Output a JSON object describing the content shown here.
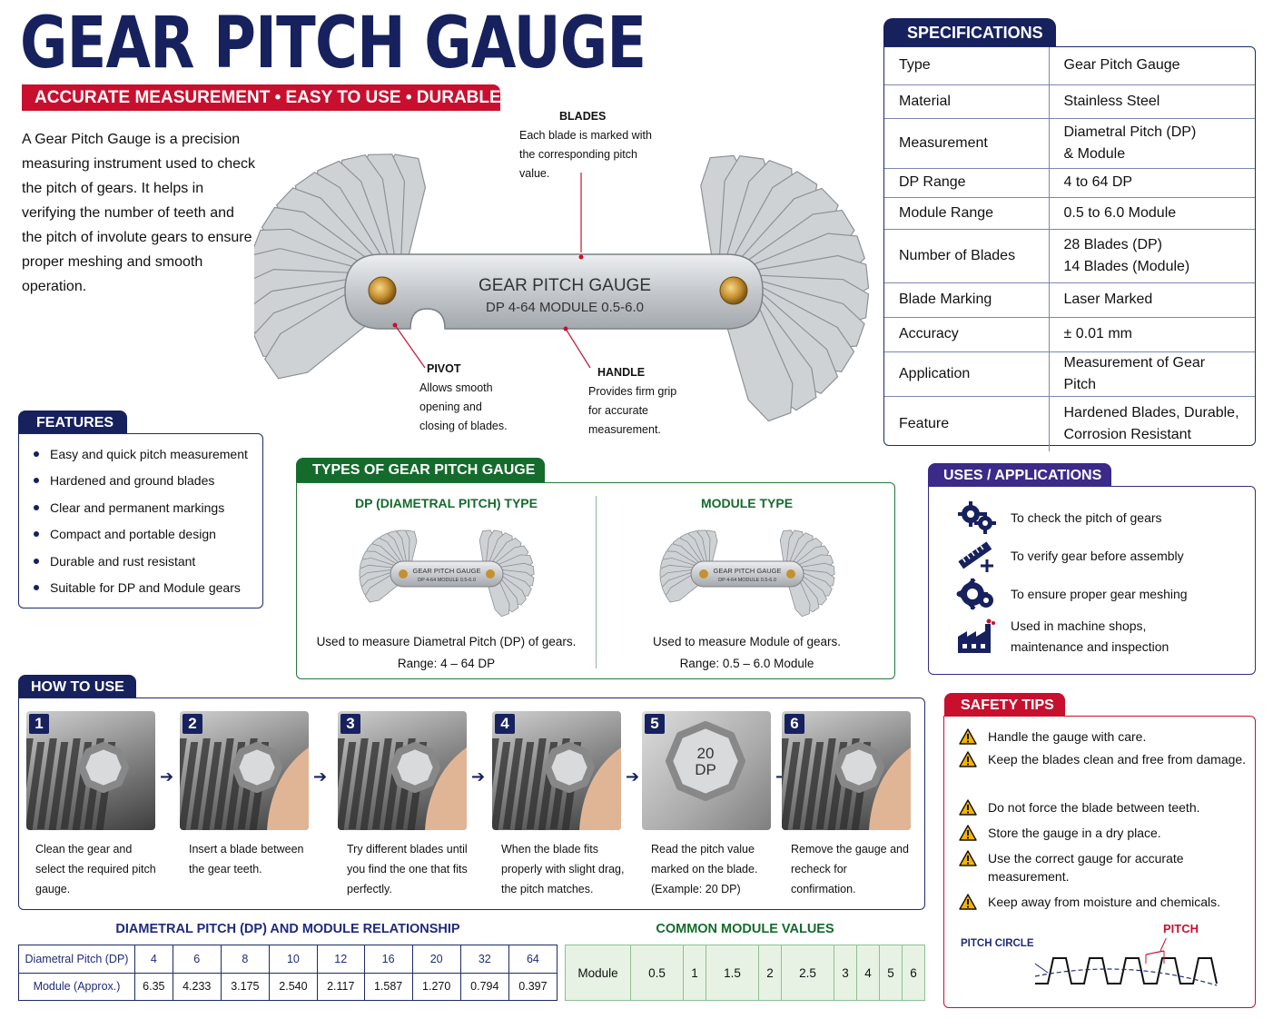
{
  "title": "GEAR PITCH GAUGE",
  "tagline": "ACCURATE MEASUREMENT • EASY TO USE • DURABLE",
  "intro": "A Gear Pitch Gauge is a precision measuring instrument used to check the pitch of gears. It helps in verifying the number of teeth and the pitch of involute gears to ensure proper meshing and smooth operation.",
  "gauge": {
    "handle_line1": "GEAR PITCH GAUGE",
    "handle_line2": "DP 4-64   MODULE 0.5-6.0"
  },
  "callouts": {
    "blades": {
      "title": "BLADES",
      "text": "Each blade is marked with the corresponding pitch value."
    },
    "pivot": {
      "title": "PIVOT",
      "text": "Allows smooth opening and closing of blades."
    },
    "handle": {
      "title": "HANDLE",
      "text": "Provides firm grip for accurate measurement."
    }
  },
  "specifications": {
    "heading": "SPECIFICATIONS",
    "rows": [
      {
        "label": "Type",
        "value": "Gear Pitch Gauge"
      },
      {
        "label": "Material",
        "value": "Stainless Steel"
      },
      {
        "label": "Measurement",
        "value": "Diametral Pitch (DP)\n& Module"
      },
      {
        "label": "DP Range",
        "value": "4 to 64 DP"
      },
      {
        "label": "Module Range",
        "value": "0.5 to 6.0 Module"
      },
      {
        "label": "Number of Blades",
        "value": "28 Blades (DP)\n14 Blades (Module)"
      },
      {
        "label": "Blade Marking",
        "value": "Laser Marked"
      },
      {
        "label": "Accuracy",
        "value": "± 0.01 mm"
      },
      {
        "label": "Application",
        "value": "Measurement of Gear Pitch"
      },
      {
        "label": "Feature",
        "value": "Hardened Blades, Durable,\nCorrosion Resistant"
      }
    ]
  },
  "features": {
    "heading": "FEATURES",
    "items": [
      "Easy and quick pitch measurement",
      "Hardened and ground blades",
      "Clear and permanent markings",
      "Compact and portable design",
      "Durable and rust resistant",
      "Suitable for DP and Module gears"
    ]
  },
  "types": {
    "heading": "TYPES OF GEAR PITCH GAUGE",
    "dp": {
      "title": "DP (DIAMETRAL PITCH) TYPE",
      "text": "Used to measure Diametral Pitch (DP) of gears.",
      "range": "Range: 4 – 64 DP",
      "img_line1": "GEAR PITCH GAUGE",
      "img_line2": "DP 4-64  MODULE 0.5-6.0"
    },
    "module": {
      "title": "MODULE TYPE",
      "text": "Used to measure Module of gears.",
      "range": "Range: 0.5 – 6.0 Module",
      "img_line1": "GEAR PITCH GAUGE",
      "img_line2": "DP 4-64  MODULE 0.5-6.0"
    }
  },
  "uses": {
    "heading": "USES / APPLICATIONS",
    "items": [
      {
        "icon": "gears-icon",
        "text": "To check the pitch of gears"
      },
      {
        "icon": "ruler-plus-icon",
        "text": "To verify gear before assembly"
      },
      {
        "icon": "gear-check-icon",
        "text": "To ensure proper gear meshing"
      },
      {
        "icon": "factory-icon",
        "text": "Used in machine shops, maintenance and inspection"
      }
    ]
  },
  "how_to_use": {
    "heading": "HOW TO USE",
    "steps": [
      {
        "num": "1",
        "text": "Clean the gear and select the required pitch gauge."
      },
      {
        "num": "2",
        "text": "Insert a blade between the gear teeth."
      },
      {
        "num": "3",
        "text": "Try different blades until you find the one that fits perfectly."
      },
      {
        "num": "4",
        "text": "When the blade fits properly with slight drag, the pitch matches."
      },
      {
        "num": "5",
        "text": "Read the pitch value marked on the blade. (Example: 20 DP)",
        "blade_label": "20\nDP"
      },
      {
        "num": "6",
        "text": "Remove the gauge and recheck for confirmation."
      }
    ]
  },
  "safety": {
    "heading": "SAFETY TIPS",
    "items": [
      "Handle the gauge with care.",
      "Keep the blades clean and free from damage.",
      "Do not force the blade between teeth.",
      "Store the gauge in a dry place.",
      "Use the correct gauge for accurate measurement.",
      "Keep away from moisture and chemicals."
    ],
    "diagram_pitch": "PITCH",
    "diagram_circle": "PITCH CIRCLE"
  },
  "dp_relationship": {
    "title": "DIAMETRAL PITCH (DP) AND MODULE RELATIONSHIP",
    "row1_label": "Diametral Pitch (DP)",
    "row2_label": "Module (Approx.)",
    "dp": [
      "4",
      "6",
      "8",
      "10",
      "12",
      "16",
      "20",
      "32",
      "64"
    ],
    "module": [
      "6.35",
      "4.233",
      "3.175",
      "2.540",
      "2.117",
      "1.587",
      "1.270",
      "0.794",
      "0.397"
    ]
  },
  "common_module": {
    "title": "COMMON MODULE VALUES",
    "label": "Module",
    "values": [
      "0.5",
      "1",
      "1.5",
      "2",
      "2.5",
      "3",
      "4",
      "5",
      "6"
    ]
  },
  "colors": {
    "navy": "#16215e",
    "red": "#c8102e",
    "green": "#146b2c",
    "purple": "#3b2a88"
  }
}
